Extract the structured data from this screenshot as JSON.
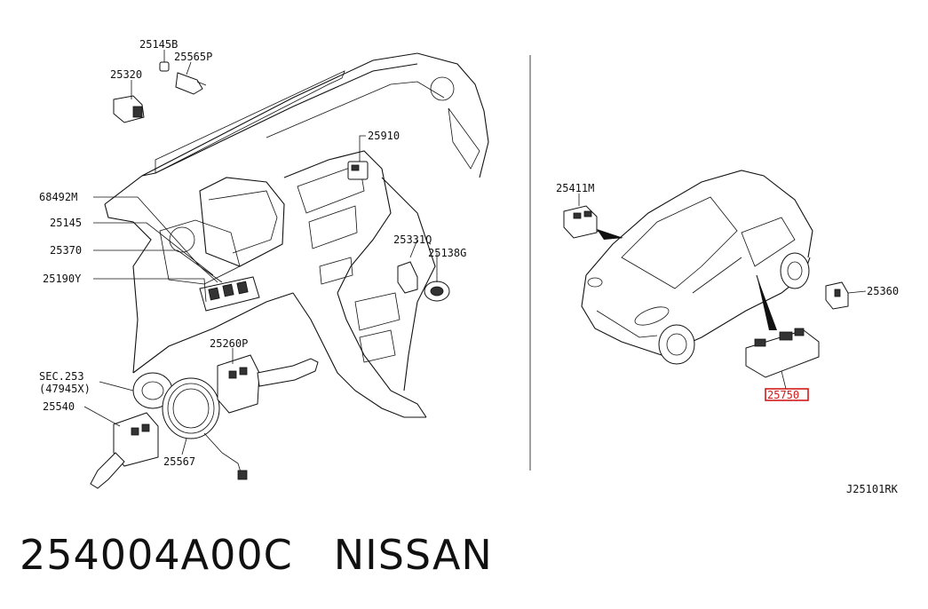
{
  "labels": {
    "p25145B": "25145B",
    "p25565P": "25565P",
    "p25320": "25320",
    "p25910": "25910",
    "p68492M": "68492M",
    "p25145": "25145",
    "p25370": "25370",
    "p25190Y": "25190Y",
    "p25331Q": "25331Q",
    "p25138G": "25138G",
    "p25260P": "25260P",
    "sec253": "SEC.253",
    "sec47945": "(47945X)",
    "p25540": "25540",
    "p25567": "25567",
    "p25411M": "25411M",
    "p25360": "25360",
    "p25750": "25750",
    "ref": "J25101RK"
  },
  "highlight_color": "#d11a1a",
  "highlighted_part": "25750",
  "caption": {
    "part_number": "254004A00C",
    "brand": "NISSAN"
  }
}
